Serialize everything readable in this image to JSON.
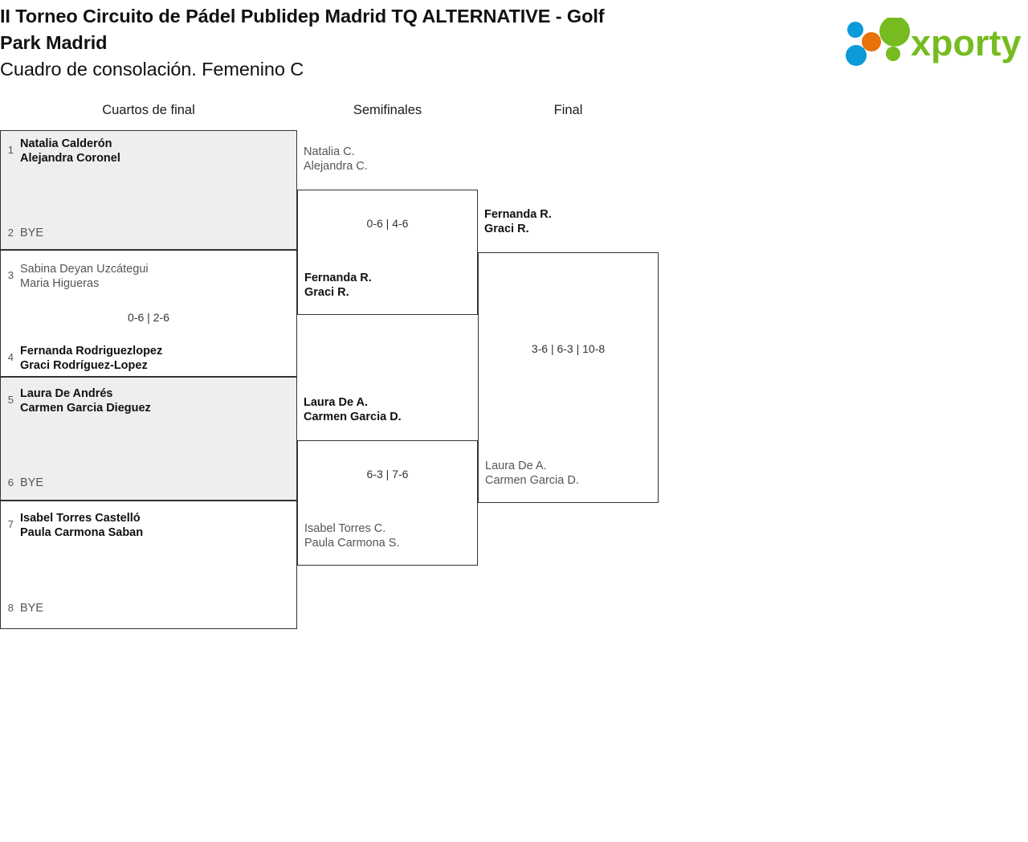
{
  "header": {
    "title_line_1": "II Torneo Circuito de Pádel Publidep Madrid TQ ALTERNATIVE - Golf",
    "title_line_2": "Park Madrid",
    "subtitle": "Cuadro de consolación. Femenino C",
    "logo_text": "xporty",
    "logo_colors": {
      "blue": "#0C9BD8",
      "orange": "#E8710A",
      "green": "#76BC21"
    }
  },
  "rounds": [
    {
      "label": "Cuartos de final"
    },
    {
      "label": "Semifinales"
    },
    {
      "label": "Final"
    }
  ],
  "quarterfinals": [
    {
      "shaded": true,
      "score": "",
      "top": {
        "seed": "1",
        "player_1": "Natalia Calderón",
        "player_2": "Alejandra Coronel",
        "status": "winner"
      },
      "bottom": {
        "seed": "2",
        "player_1": "BYE",
        "player_2": "",
        "status": "bye"
      }
    },
    {
      "shaded": false,
      "score": "0-6 | 2-6",
      "top": {
        "seed": "3",
        "player_1": "Sabina Deyan Uzcátegui",
        "player_2": "Maria Higueras",
        "status": "loser"
      },
      "bottom": {
        "seed": "4",
        "player_1": "Fernanda Rodriguezlopez",
        "player_2": "Graci Rodríguez-Lopez",
        "status": "winner"
      }
    },
    {
      "shaded": true,
      "score": "",
      "top": {
        "seed": "5",
        "player_1": "Laura De Andrés",
        "player_2": "Carmen Garcia Dieguez",
        "status": "winner"
      },
      "bottom": {
        "seed": "6",
        "player_1": "BYE",
        "player_2": "",
        "status": "bye"
      }
    },
    {
      "shaded": false,
      "score": "",
      "top": {
        "seed": "7",
        "player_1": "Isabel Torres Castelló",
        "player_2": "Paula Carmona Saban",
        "status": "winner"
      },
      "bottom": {
        "seed": "8",
        "player_1": "BYE",
        "player_2": "",
        "status": "bye"
      }
    }
  ],
  "semifinals": [
    {
      "score": "0-6 | 4-6",
      "top": {
        "player_1": "Natalia C.",
        "player_2": "Alejandra C.",
        "status": "loser"
      },
      "bottom": {
        "player_1": "Fernanda R.",
        "player_2": "Graci R.",
        "status": "winner"
      }
    },
    {
      "score": "6-3 | 7-6",
      "top": {
        "player_1": "Laura De A.",
        "player_2": "Carmen Garcia D.",
        "status": "winner"
      },
      "bottom": {
        "player_1": "Isabel Torres C.",
        "player_2": "Paula Carmona S.",
        "status": "loser"
      }
    }
  ],
  "final": {
    "score": "3-6 | 6-3 | 10-8",
    "top": {
      "player_1": "Fernanda R.",
      "player_2": "Graci R.",
      "status": "winner"
    },
    "bottom": {
      "player_1": "Laura De A.",
      "player_2": "Carmen Garcia D.",
      "status": "loser"
    }
  }
}
